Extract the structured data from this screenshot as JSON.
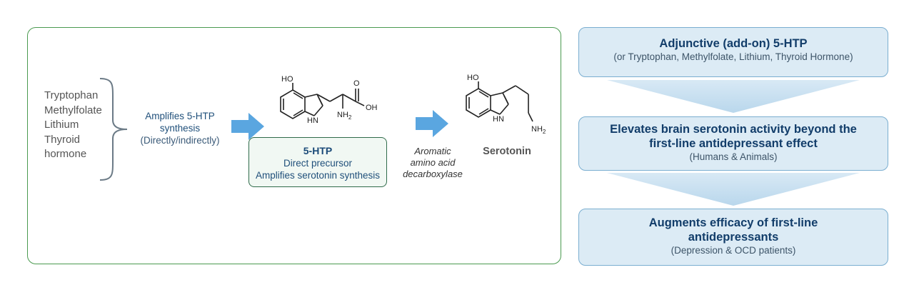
{
  "left_panel": {
    "precursors": [
      "Tryptophan",
      "Methylfolate",
      "Lithium",
      "Thyroid",
      "hormone"
    ],
    "amplifies_line1": "Amplifies 5-HTP",
    "amplifies_line2": "synthesis",
    "amplifies_line3": "(Directly/indirectly)",
    "htp_box": {
      "name": "5-HTP",
      "line1": "Direct precursor",
      "line2": "Amplifies serotonin synthesis"
    },
    "enzyme": [
      "Aromatic",
      "amino acid",
      "decarboxylase"
    ],
    "serotonin_label": "Serotonin",
    "atom_labels": {
      "ho": "HO",
      "oh": "OH",
      "o": "O",
      "nh": "HN",
      "nh2": "NH",
      "nh2_sub": "2"
    }
  },
  "steps": [
    {
      "head": "Adjunctive (add-on) 5-HTP",
      "sub": "(or Tryptophan, Methylfolate, Lithium, Thyroid Hormone)"
    },
    {
      "head_line1": "Elevates brain serotonin activity beyond the",
      "head_line2": "first-line antidepressant effect",
      "sub": "(Humans & Animals)"
    },
    {
      "head_line1": "Augments efficacy of first-line",
      "head_line2": "antidepressants",
      "sub": "(Depression & OCD patients)"
    }
  ],
  "colors": {
    "panel_border": "#4a9a4f",
    "arrow": "#5aa6e0",
    "step_fill": "#dcebf5",
    "step_border": "#7aaed0",
    "step_title": "#123d6a"
  }
}
